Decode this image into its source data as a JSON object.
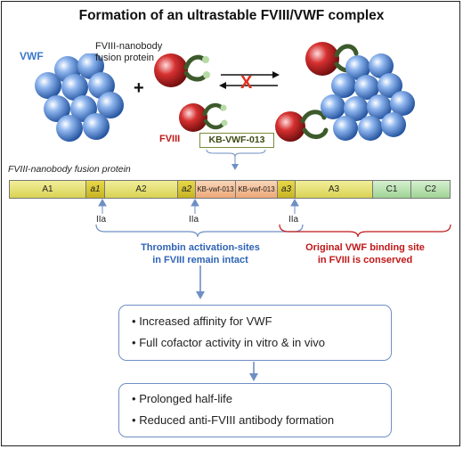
{
  "title": "Formation of an ultrastable FVIII/VWF complex",
  "labels": {
    "vwf": "VWF",
    "fusion_line1": "FVIII-nanobody",
    "fusion_line2": "fusion protein",
    "plus": "+",
    "fviii": "FVIII",
    "nanobody": "KB-VWF-013",
    "fusion_protein_title": "FVIII-nanobody fusion protein",
    "blocked_mark": "X"
  },
  "domains": [
    "A1",
    "a1",
    "A2",
    "a2",
    "KB-vwf-013",
    "KB-vwf-013",
    "a3",
    "A3",
    "C1",
    "C2"
  ],
  "cleavage_label": "IIa",
  "annotations": {
    "thrombin_line1": "Thrombin activation-sites",
    "thrombin_line2": "in FVIII remain intact",
    "vwf_site_line1": "Original VWF binding site",
    "vwf_site_line2": "in FVIII is conserved"
  },
  "box1": {
    "items": [
      "Increased affinity for VWF",
      "Full cofactor activity in vitro & in vivo"
    ]
  },
  "box2": {
    "items": [
      "Prolonged half-life",
      "Reduced anti-FVIII antibody formation"
    ]
  },
  "bullet": "•",
  "colors": {
    "vwf_blue": "#3a78c9",
    "fviii_red": "#c11717",
    "annotation_blue": "#2f63b6",
    "heavy_chain_yellow": "#e5df6e",
    "nanobody_orange": "#eea879",
    "light_chain_green": "#9fd494",
    "acidic_region": "#d4c237"
  },
  "icons": [
    "vwf-multimer-icon",
    "fviii-nanobody-icon",
    "complex-icon",
    "equilibrium-arrows-icon"
  ]
}
